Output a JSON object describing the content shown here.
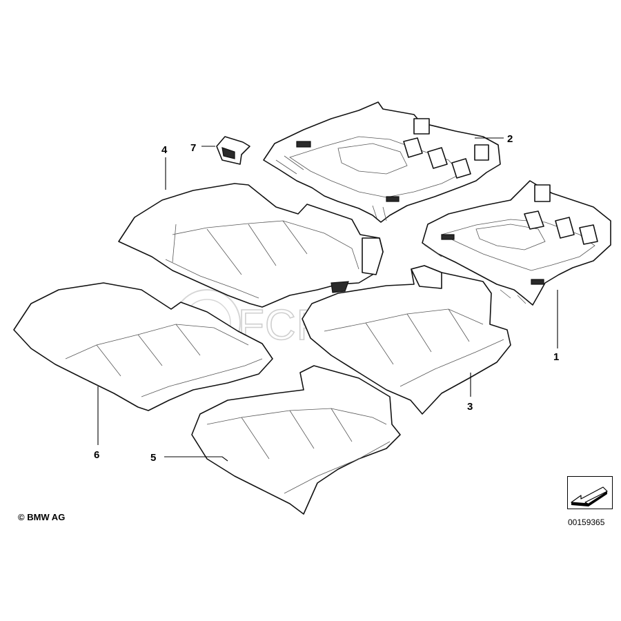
{
  "diagram": {
    "watermark": "FCP EURO",
    "callouts": [
      {
        "id": "1",
        "label": "1"
      },
      {
        "id": "2",
        "label": "2"
      },
      {
        "id": "3",
        "label": "3"
      },
      {
        "id": "4",
        "label": "4"
      },
      {
        "id": "5",
        "label": "5"
      },
      {
        "id": "6",
        "label": "6"
      },
      {
        "id": "7",
        "label": "7"
      }
    ]
  },
  "footer": {
    "copyright": "© BMW AG",
    "doc_number": "00159365"
  },
  "icons": {
    "nav": "arrow-down-left-icon"
  }
}
